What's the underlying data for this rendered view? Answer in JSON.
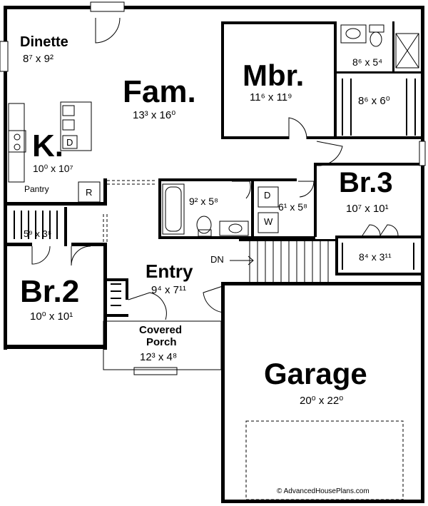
{
  "rooms": {
    "dinette": {
      "name": "Dinette",
      "dim": "8⁷ x 9²"
    },
    "fam": {
      "name": "Fam.",
      "dim": "13³ x 16⁰"
    },
    "mbr": {
      "name": "Mbr.",
      "dim": "11⁶ x 11⁹"
    },
    "mbath": {
      "dim": "8⁶ x 5⁴"
    },
    "mcloset": {
      "dim": "8⁶ x 6⁰"
    },
    "kitchen": {
      "name": "K.",
      "dim": "10⁰ x 10⁷"
    },
    "pantry": {
      "name": "Pantry"
    },
    "bath2": {
      "dim": "9² x 5⁸"
    },
    "laundry": {
      "dim": "6¹ x 5⁸"
    },
    "br3": {
      "name": "Br.3",
      "dim": "10⁷ x 10¹"
    },
    "br3closet": {
      "dim": "8⁴ x 3¹¹"
    },
    "br2closet": {
      "dim": "5⁹ x 3⁸"
    },
    "br2": {
      "name": "Br.2",
      "dim": "10⁰ x 10¹"
    },
    "entry": {
      "name": "Entry",
      "dim": "9⁴ x 7¹¹"
    },
    "porch": {
      "name_line1": "Covered",
      "name_line2": "Porch",
      "dim": "12³ x 4⁸"
    },
    "garage": {
      "name": "Garage",
      "dim": "20⁰ x 22⁰"
    }
  },
  "fixtures": {
    "dishwasher": "D",
    "refrigerator": "R",
    "dryer": "D",
    "washer": "W",
    "stairs_label": "DN"
  },
  "credit": "© AdvancedHousePlans.com"
}
